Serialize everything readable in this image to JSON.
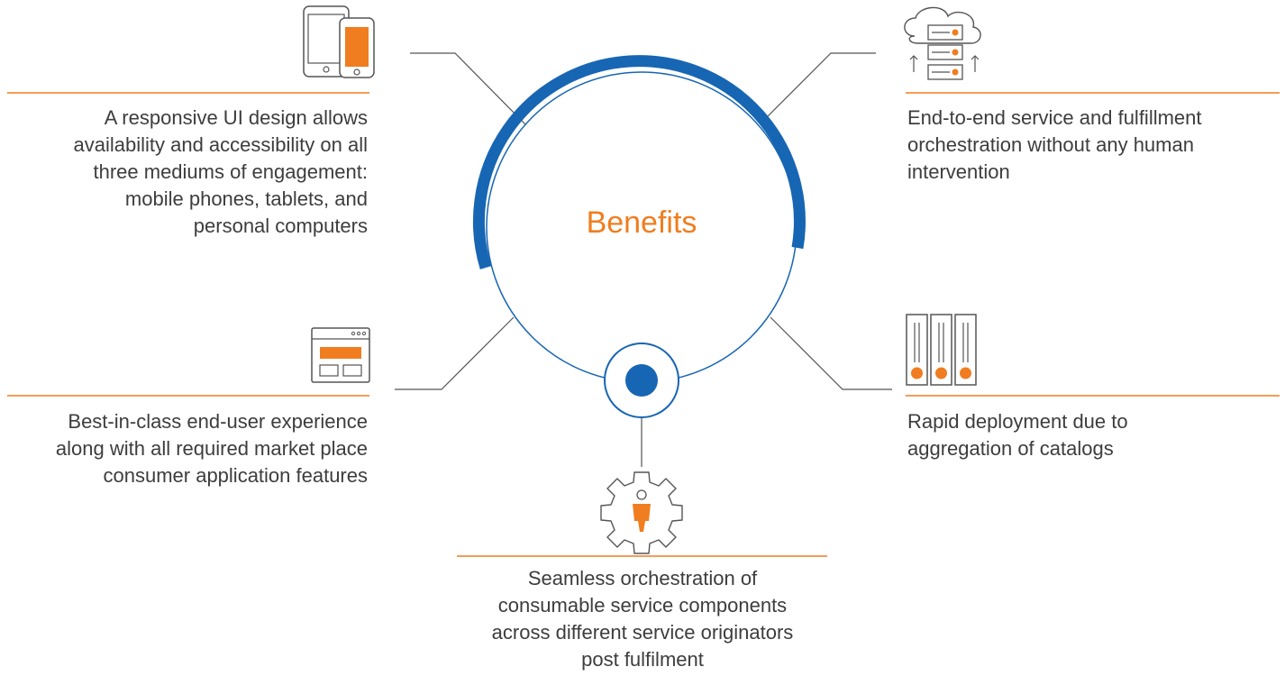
{
  "center": {
    "title": "Benefits"
  },
  "colors": {
    "accent": "#f07d1f",
    "primary": "#1766b3",
    "line": "#555555",
    "text": "#3d3d3d"
  },
  "benefits": [
    {
      "id": "responsive-ui",
      "icon": "phone-tablet-icon",
      "lines": [
        "A responsive UI design allows",
        "availability and accessibility on all",
        "three mediums of engagement:",
        "mobile phones, tablets, and",
        "personal computers"
      ]
    },
    {
      "id": "orchestration",
      "icon": "cloud-server-icon",
      "lines": [
        "End-to-end service and fulfillment",
        "orchestration without any human",
        "intervention"
      ]
    },
    {
      "id": "user-experience",
      "icon": "browser-window-icon",
      "lines": [
        "Best-in-class end-user experience",
        "along with all required market place",
        "consumer application features"
      ]
    },
    {
      "id": "rapid-deployment",
      "icon": "server-racks-icon",
      "lines": [
        "Rapid deployment due to",
        "aggregation of catalogs"
      ]
    },
    {
      "id": "seamless-orchestration",
      "icon": "gear-user-icon",
      "lines": [
        "Seamless orchestration of",
        "consumable service components",
        "across different service originators",
        "post fulfilment"
      ]
    }
  ]
}
